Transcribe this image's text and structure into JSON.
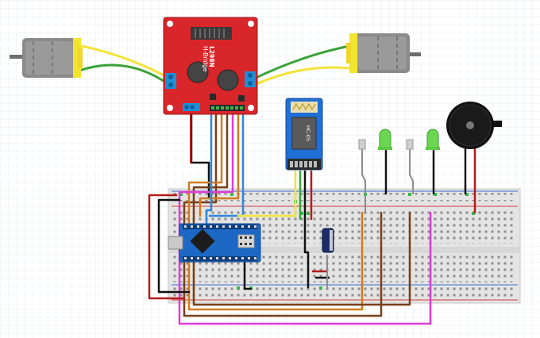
{
  "driver": {
    "chip": "L298N",
    "name": "H-Bridge"
  },
  "bluetooth": {
    "label": "HC-05"
  },
  "arduino": {
    "label": ""
  },
  "colors": {
    "grid": "#e9eef5",
    "board_red": "#d8262a",
    "motor_body": "#8a8a8a",
    "motor_cap": "#f3e52f",
    "terminal_blue": "#1c8fd8",
    "bt_blue": "#1f6fd6",
    "arduino_blue": "#1d68c4",
    "led_green": "#6bd650",
    "buzzer": "#111111",
    "wire_red": "#b51b1b",
    "wire_black": "#111111",
    "wire_green": "#3aa23a",
    "wire_yellow": "#f3e33a",
    "wire_blue": "#2f86d8",
    "wire_orange": "#d47a1e",
    "wire_brown": "#7a3f17",
    "wire_magenta": "#e23ad8",
    "wire_gray": "#8c8c8c"
  }
}
